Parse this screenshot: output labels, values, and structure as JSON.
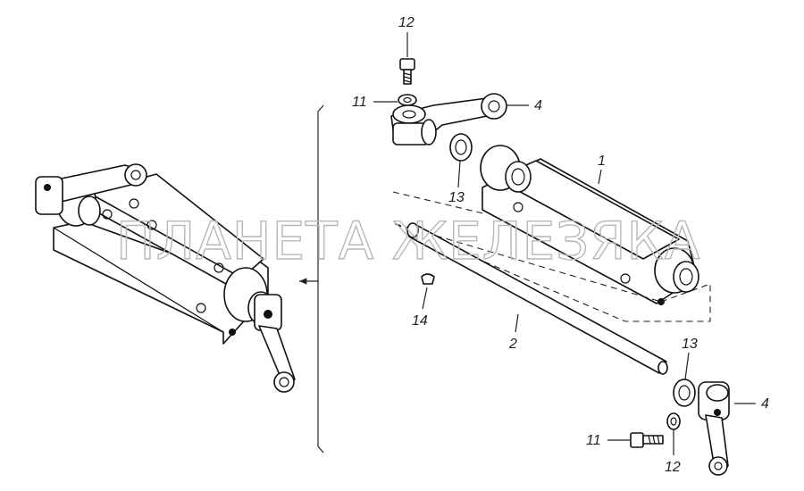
{
  "watermark": "ПЛАНЕТА ЖЕЛЕЗЯКА",
  "callouts": {
    "c1": "1",
    "c2": "2",
    "c4_top": "4",
    "c4_bottom": "4",
    "c11_top": "11",
    "c11_bottom": "11",
    "c12_top": "12",
    "c12_bottom": "12",
    "c13_top": "13",
    "c13_bottom": "13",
    "c14": "14"
  }
}
